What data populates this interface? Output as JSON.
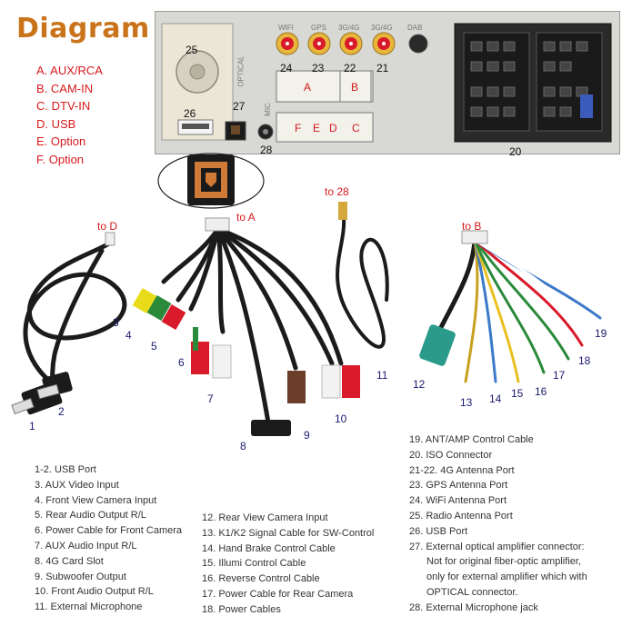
{
  "title": "Diagram",
  "connector_legend": [
    "A. AUX/RCA",
    "B. CAM-IN",
    "C. DTV-IN",
    "D. USB",
    "E. Option",
    "F. Option"
  ],
  "panel": {
    "port_numbers": {
      "n25": "25",
      "n26": "26",
      "n27": "27",
      "n28": "28",
      "n24": "24",
      "n23": "23",
      "n22": "22",
      "n21": "21",
      "n20": "20"
    },
    "connector_letters": {
      "a": "A",
      "b": "B",
      "f": "F",
      "e": "E",
      "d": "D",
      "c": "C"
    },
    "side_text_optical": "OPTICAL",
    "side_text_mic": "MIC",
    "top_labels": [
      "WIFI",
      "GPS",
      "3G/4G",
      "3G/4G",
      "DAB"
    ]
  },
  "cable_targets": {
    "to_d": "to D",
    "to_a": "to A",
    "to_28": "to 28",
    "to_b": "to B"
  },
  "cable_numbers": [
    "1",
    "2",
    "3",
    "4",
    "5",
    "6",
    "7",
    "8",
    "9",
    "10",
    "11",
    "12",
    "13",
    "14",
    "15",
    "16",
    "17",
    "18",
    "19"
  ],
  "list_left": [
    "1-2. USB Port",
    "3. AUX Video Input",
    "4. Front View Camera Input",
    "5. Rear Audio Output R/L",
    "6. Power Cable for Front Camera",
    "7. AUX Audio Input R/L",
    "8. 4G Card Slot",
    "9. Subwoofer Output",
    "10. Front Audio Output R/L",
    "11. External Microphone"
  ],
  "list_middle": [
    "12. Rear View Camera Input",
    "13. K1/K2 Signal Cable for SW-Control",
    "14. Hand Brake Control Cable",
    "15. Illumi Control Cable",
    "16. Reverse Control Cable",
    "17. Power Cable for Rear Camera",
    "18. Power Cables"
  ],
  "list_right": [
    "19. ANT/AMP Control Cable",
    "20. ISO Connector",
    "21-22. 4G Antenna Port",
    "23. GPS Antenna Port",
    "24. WiFi Antenna Port",
    "25. Radio Antenna Port",
    "26. USB Port",
    "27. External optical amplifier connector:",
    "Not for original fiber-optic amplifier,",
    "only for external amplifier which with",
    "OPTICAL connector.",
    "28. External Microphone jack"
  ],
  "colors": {
    "title": "#c9741b",
    "legend": "#d7191c",
    "antenna_gold": "#e8b63a",
    "antenna_red": "#d91a2a",
    "panel": "#d8d8d4"
  }
}
